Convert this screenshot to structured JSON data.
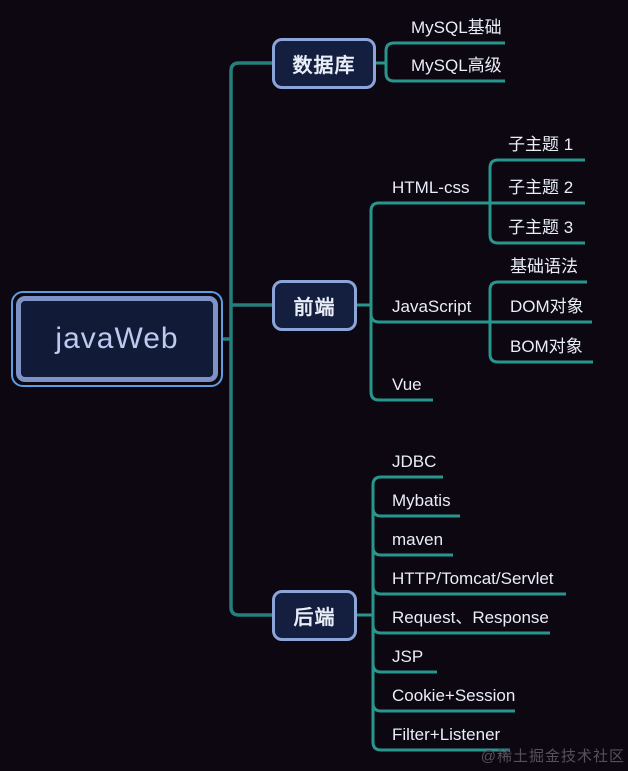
{
  "root": {
    "label": "javaWeb"
  },
  "branches": {
    "database": {
      "label": "数据库",
      "children": [
        {
          "label": "MySQL基础"
        },
        {
          "label": "MySQL高级"
        }
      ]
    },
    "frontend": {
      "label": "前端",
      "children": [
        {
          "label": "HTML-css",
          "children": [
            {
              "label": "子主题 1"
            },
            {
              "label": "子主题 2"
            },
            {
              "label": "子主题 3"
            }
          ]
        },
        {
          "label": "JavaScript",
          "children": [
            {
              "label": "基础语法"
            },
            {
              "label": "DOM对象"
            },
            {
              "label": "BOM对象"
            }
          ]
        },
        {
          "label": "Vue",
          "children": []
        }
      ]
    },
    "backend": {
      "label": "后端",
      "children": [
        {
          "label": "JDBC"
        },
        {
          "label": "Mybatis"
        },
        {
          "label": "maven"
        },
        {
          "label": "HTTP/Tomcat/Servlet"
        },
        {
          "label": "Request、Response"
        },
        {
          "label": "JSP"
        },
        {
          "label": "Cookie+Session"
        },
        {
          "label": "Filter+Listener"
        }
      ]
    }
  },
  "watermark": "@稀土掘金技术社区",
  "colors": {
    "background": "#0c0711",
    "line": "#28968d",
    "node_fill": "#141e3e",
    "node_border": "#8ba5d9",
    "root_border_outer": "#5d9de2",
    "root_border_inner": "#7d93c6",
    "text": "#e9edf8"
  }
}
